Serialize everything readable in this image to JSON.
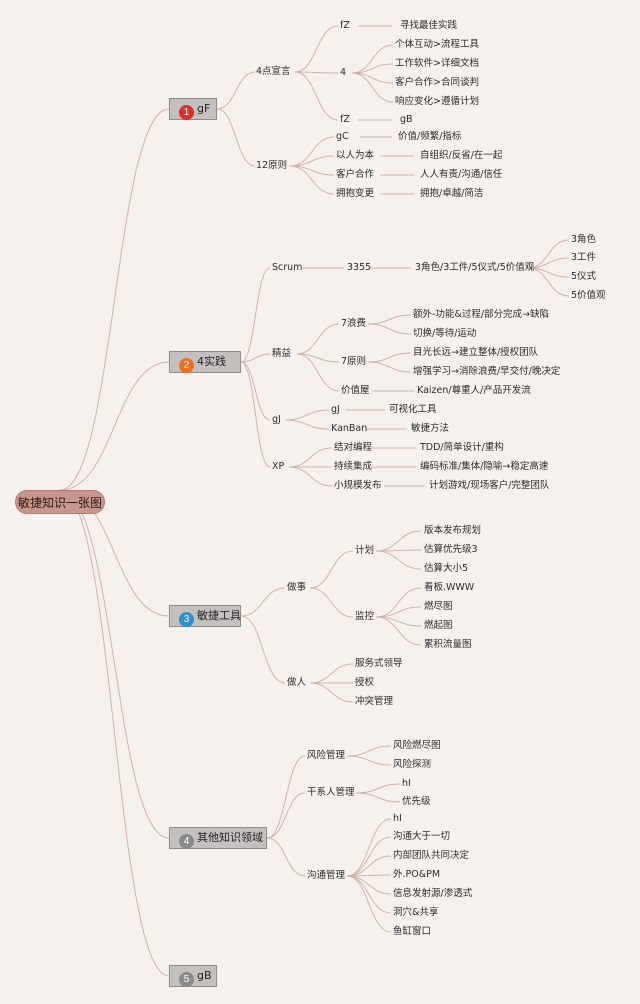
{
  "root": "敏捷知识一张图",
  "branches": [
    {
      "num": "1",
      "label": "gF",
      "children": [
        {
          "label": "4点宣言",
          "children": [
            {
              "label": "fZ",
              "leaf": "寻找最佳实践"
            },
            {
              "label": "4",
              "children": [
                "个体互动>流程工具",
                "工作软件>详细文档",
                "客户合作>合同谈判",
                "响应变化>遵循计划"
              ]
            },
            {
              "label": "fZ",
              "leaf": "gB"
            }
          ]
        },
        {
          "label": "12原则",
          "children": [
            {
              "label": "gC",
              "leaf": "价值/频繁/指标"
            },
            {
              "label": "以人为本",
              "leaf": "自组织/反省/在一起"
            },
            {
              "label": "客户合作",
              "leaf": "人人有责/沟通/信任"
            },
            {
              "label": "拥抱变更",
              "leaf": "拥抱/卓越/简洁"
            }
          ]
        }
      ]
    },
    {
      "num": "2",
      "label": "4实践",
      "children": [
        {
          "label": "Scrum",
          "children": [
            {
              "label": "3355",
              "leaf": "3角色/3工件/5仪式/5价值观",
              "children": [
                "3角色",
                "3工件",
                "5仪式",
                "5价值观"
              ]
            }
          ]
        },
        {
          "label": "精益",
          "children": [
            {
              "label": "7浪费",
              "children": [
                "额外-功能&过程/部分完成→缺陷",
                "切换/等待/运动"
              ]
            },
            {
              "label": "7原则",
              "children": [
                "目光长远→建立整体/授权团队",
                "增强学习→消除浪费/早交付/晚决定"
              ]
            },
            {
              "label": "价值屋",
              "leaf": "Kaizen/尊重人/产品开发流"
            }
          ]
        },
        {
          "label": "gJ",
          "children": [
            {
              "label": "gJ",
              "leaf": "可视化工具"
            },
            {
              "label": "KanBan",
              "leaf": "敏捷方法"
            }
          ]
        },
        {
          "label": "XP",
          "children": [
            {
              "label": "结对编程",
              "leaf": "TDD/简单设计/重构"
            },
            {
              "label": "持续集成",
              "leaf": "编码标准/集体/隐喻→稳定高速"
            },
            {
              "label": "小规模发布",
              "leaf": "计划游戏/现场客户/完整团队"
            }
          ]
        }
      ]
    },
    {
      "num": "3",
      "label": "敏捷工具",
      "children": [
        {
          "label": "做事",
          "children": [
            {
              "label": "计划",
              "children": [
                "版本发布规划",
                "估算优先级3",
                "估算大小5"
              ]
            },
            {
              "label": "监控",
              "children": [
                "看板.WWW",
                "燃尽图",
                "燃起图",
                "累积流量图"
              ]
            }
          ]
        },
        {
          "label": "做人",
          "children": [
            "服务式领导",
            "授权",
            "冲突管理"
          ]
        }
      ]
    },
    {
      "num": "4",
      "label": "其他知识领域",
      "children": [
        {
          "label": "风险管理",
          "children": [
            "风险燃尽图",
            "风险探测"
          ]
        },
        {
          "label": "干系人管理",
          "children": [
            "hI",
            "优先级"
          ]
        },
        {
          "label": "沟通管理",
          "children": [
            "hI",
            "沟通大于一切",
            "内部团队共同决定",
            "外.PO&PM",
            "信息发射源/渗透式",
            "洞穴&共享",
            "鱼缸窗口"
          ]
        }
      ]
    },
    {
      "num": "5",
      "label": "gB",
      "children": []
    }
  ],
  "colors": {
    "background": "#f7f1ee",
    "root_fill": "#c9968b",
    "branch_fill": "#c4c0bd",
    "line": "#d2b2a8",
    "num1": "#d8302a",
    "num2": "#e8731f",
    "num3": "#2b8fd1",
    "num4": "#8a8a8a",
    "num5": "#8a8a8a"
  }
}
